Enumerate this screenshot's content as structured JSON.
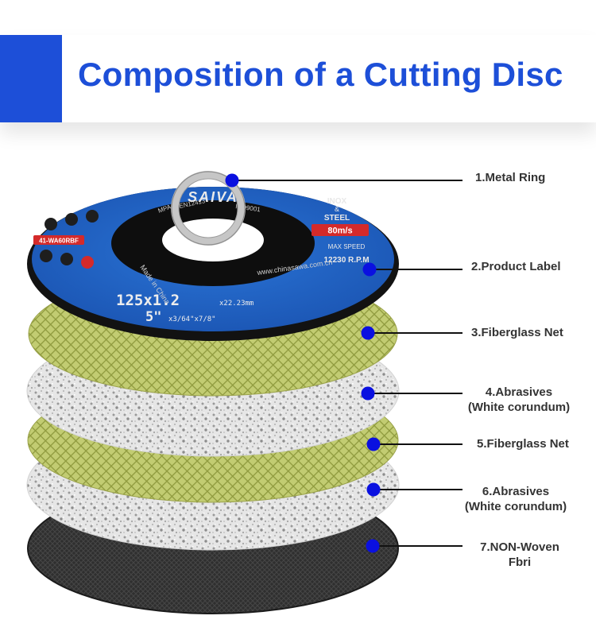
{
  "title": "Composition of a Cutting Disc",
  "disc_print": {
    "brand": "SAIVA",
    "part_no": "41-WA60RBF",
    "material_1": "INOX",
    "material_and": "&",
    "material_2": "STEEL",
    "speed": "80m/s",
    "max_speed_label": "MAX SPEED",
    "rpm": "12230 R.P.M",
    "size_metric": "125x1.2",
    "size_metric_small": "x22.23mm",
    "size_imperial": "5\"",
    "size_imperial_small": "x3/64\"x7/8\"",
    "made_in": "Made in China",
    "mpa": "MPA",
    "en": "EN12413",
    "iso": "ISO9001",
    "website": "www.chinasawa.com.cn"
  },
  "layers": [
    {
      "line1": "1.Metal Ring",
      "line2": ""
    },
    {
      "line1": "2.Product Label",
      "line2": ""
    },
    {
      "line1": "3.Fiberglass Net",
      "line2": ""
    },
    {
      "line1": "4.Abrasives",
      "line2": "(White corundum)"
    },
    {
      "line1": "5.Fiberglass Net",
      "line2": ""
    },
    {
      "line1": "6.Abrasives",
      "line2": "(White corundum)"
    },
    {
      "line1": "7.NON-Woven",
      "line2": "Fbri"
    }
  ],
  "colors": {
    "accent": "#1d4fd8",
    "marker": "#0a10e0",
    "label_blue": "#1f63c9",
    "net_fill": "#c2cc72",
    "abrasive_fill": "#e4e4e4",
    "nonwoven_fill": "#2e2e2e",
    "ring": "#c8c8c8",
    "red_badge": "#d42a2a"
  }
}
